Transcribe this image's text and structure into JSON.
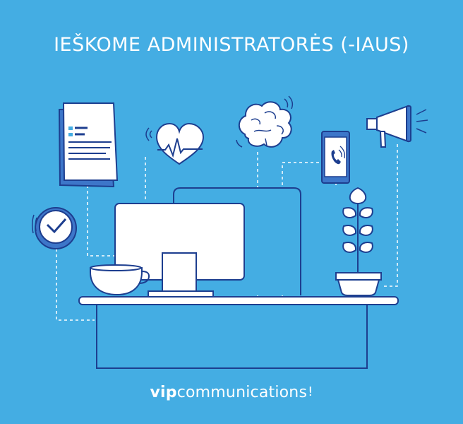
{
  "headline": "IEŠKOME ADMINISTRATORĖS (-IAUS)",
  "brand": {
    "bold_part": "vip",
    "light_part": "communications",
    "mark": "!"
  },
  "colors": {
    "background": "#44ade3",
    "line": "#1d3e8f",
    "fill": "#ffffff",
    "shadow": "#3d76c9"
  },
  "icons": [
    "document-icon",
    "heart-pulse-icon",
    "brain-icon",
    "smartphone-icon",
    "megaphone-icon",
    "clock-icon",
    "coffee-cup-icon",
    "monitor-icon",
    "plant-icon",
    "desk-icon"
  ]
}
